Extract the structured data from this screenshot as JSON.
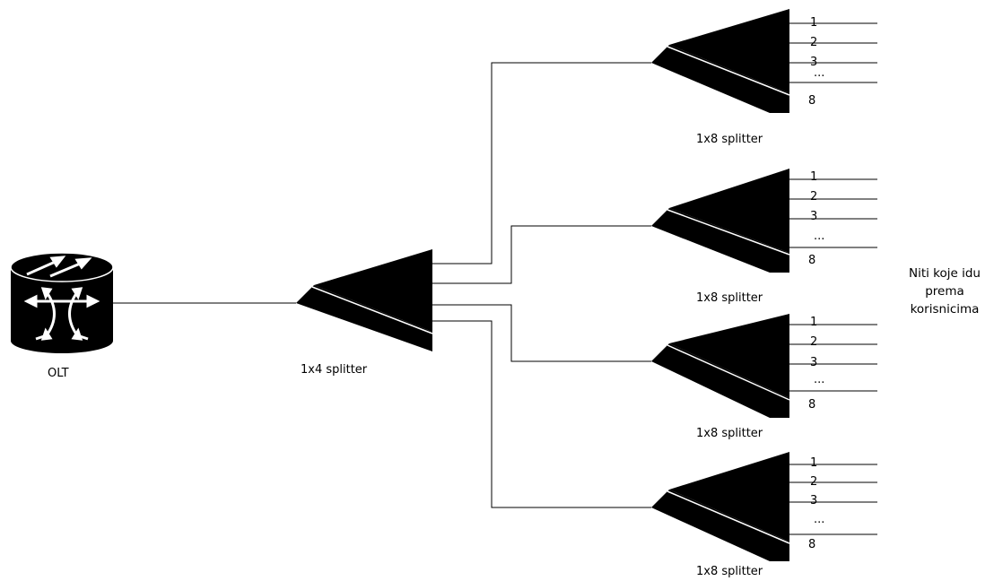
{
  "olt": {
    "label": "OLT"
  },
  "main_splitter": {
    "label": "1x4 splitter"
  },
  "splitters": [
    {
      "label": "1x8 splitter",
      "ports": [
        "1",
        "2",
        "3",
        "...",
        "8"
      ]
    },
    {
      "label": "1x8 splitter",
      "ports": [
        "1",
        "2",
        "3",
        "...",
        "8"
      ]
    },
    {
      "label": "1x8 splitter",
      "ports": [
        "1",
        "2",
        "3",
        "...",
        "8"
      ]
    },
    {
      "label": "1x8 splitter",
      "ports": [
        "1",
        "2",
        "3",
        "...",
        "8"
      ]
    }
  ],
  "users_note": [
    "Niti koje idu",
    "prema",
    "korisnicima"
  ],
  "colors": {
    "stroke": "#000000",
    "fill": "#000000",
    "background": "#ffffff"
  }
}
